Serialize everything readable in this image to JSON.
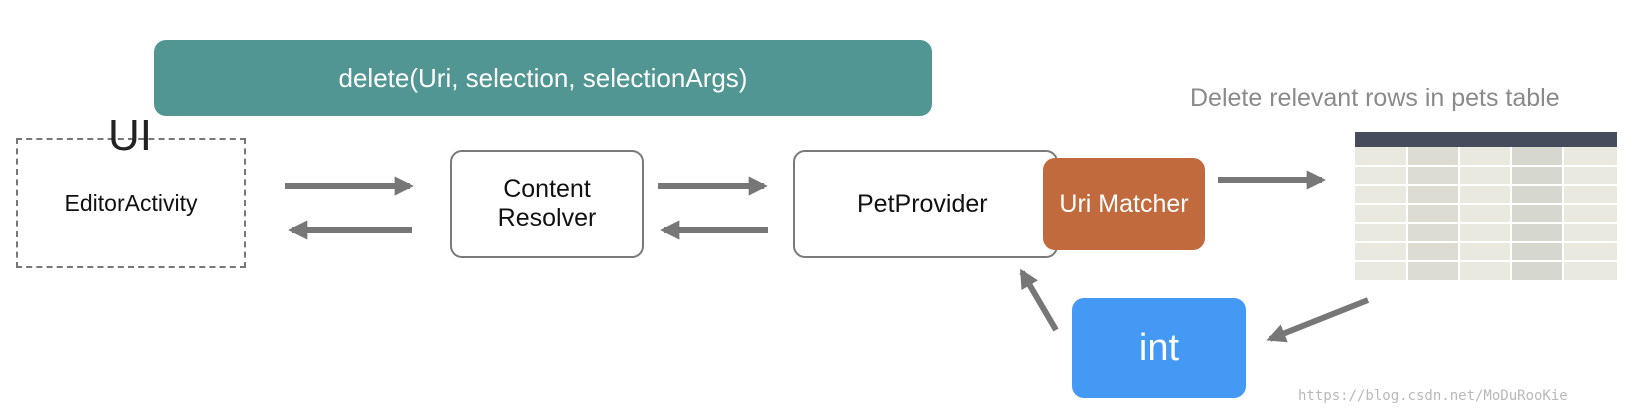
{
  "method_call": "delete(Uri, selection, selectionArgs)",
  "ui_group": {
    "title": "UI",
    "component": "EditorActivity"
  },
  "content_resolver": {
    "line1": "Content",
    "line2": "Resolver"
  },
  "pet_provider": "PetProvider",
  "uri_matcher": "Uri Matcher",
  "return_value": "int",
  "table_caption": "Delete relevant rows in pets table",
  "watermark": "https://blog.csdn.net/MoDuRooKie",
  "colors": {
    "banner": "#519693",
    "uri_matcher": "#c06a3d",
    "return_value": "#4499f4",
    "arrow": "#777777"
  }
}
